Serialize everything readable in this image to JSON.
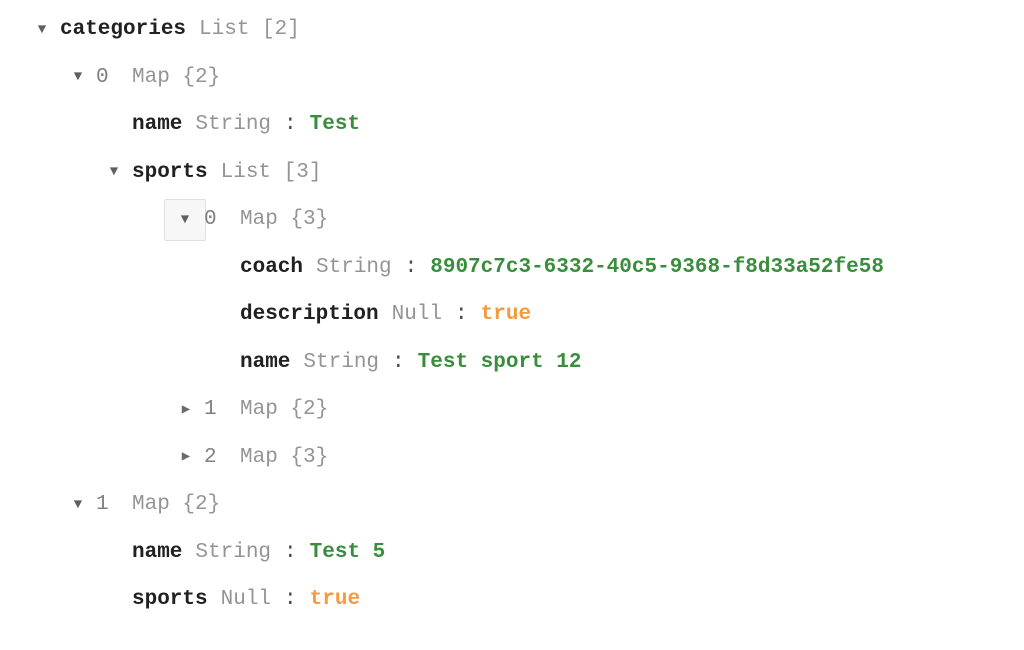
{
  "colors": {
    "background": "#ffffff",
    "key_text": "#212121",
    "index_text": "#808080",
    "type_text": "#949494",
    "colon_text": "#4a4a4a",
    "string_value": "#388e3c",
    "null_value": "#f39b3d",
    "arrow": "#5f5f5f",
    "toggle_box_bg": "#f7f7f7",
    "toggle_box_border": "#e0e0e0"
  },
  "icons": {
    "expanded": "▼",
    "collapsed": "▶"
  },
  "tree": {
    "rows": [
      {
        "level": 0,
        "arrow": "expanded",
        "boxed": false,
        "key": "categories",
        "key_kind": "key",
        "type": "List [2]"
      },
      {
        "level": 1,
        "arrow": "expanded",
        "boxed": false,
        "key": "0",
        "key_kind": "index",
        "type": "Map {2}"
      },
      {
        "level": 2,
        "arrow": "none",
        "boxed": false,
        "key": "name",
        "key_kind": "key",
        "type": "String",
        "colon": ":",
        "value": "Test",
        "value_kind": "string"
      },
      {
        "level": 2,
        "arrow": "expanded",
        "boxed": false,
        "key": "sports",
        "key_kind": "key",
        "type": "List [3]"
      },
      {
        "level": 4,
        "arrow": "expanded",
        "boxed": true,
        "key": "0",
        "key_kind": "index",
        "type": "Map {3}"
      },
      {
        "level": 5,
        "arrow": "none",
        "boxed": false,
        "key": "coach",
        "key_kind": "key",
        "type": "String",
        "colon": ":",
        "value": "8907c7c3-6332-40c5-9368-f8d33a52fe58",
        "value_kind": "string"
      },
      {
        "level": 5,
        "arrow": "none",
        "boxed": false,
        "key": "description",
        "key_kind": "key",
        "type": "Null",
        "colon": ":",
        "value": "true",
        "value_kind": "null"
      },
      {
        "level": 5,
        "arrow": "none",
        "boxed": false,
        "key": "name",
        "key_kind": "key",
        "type": "String",
        "colon": ":",
        "value": "Test sport 12",
        "value_kind": "string"
      },
      {
        "level": 4,
        "arrow": "collapsed",
        "boxed": false,
        "key": "1",
        "key_kind": "index",
        "type": "Map {2}"
      },
      {
        "level": 4,
        "arrow": "collapsed",
        "boxed": false,
        "key": "2",
        "key_kind": "index",
        "type": "Map {3}"
      },
      {
        "level": 1,
        "arrow": "expanded",
        "boxed": false,
        "key": "1",
        "key_kind": "index",
        "type": "Map {2}"
      },
      {
        "level": 2,
        "arrow": "none",
        "boxed": false,
        "key": "name",
        "key_kind": "key",
        "type": "String",
        "colon": ":",
        "value": "Test 5",
        "value_kind": "string"
      },
      {
        "level": 2,
        "arrow": "none",
        "boxed": false,
        "key": "sports",
        "key_kind": "key",
        "type": "Null",
        "colon": ":",
        "value": "true",
        "value_kind": "null"
      }
    ]
  }
}
